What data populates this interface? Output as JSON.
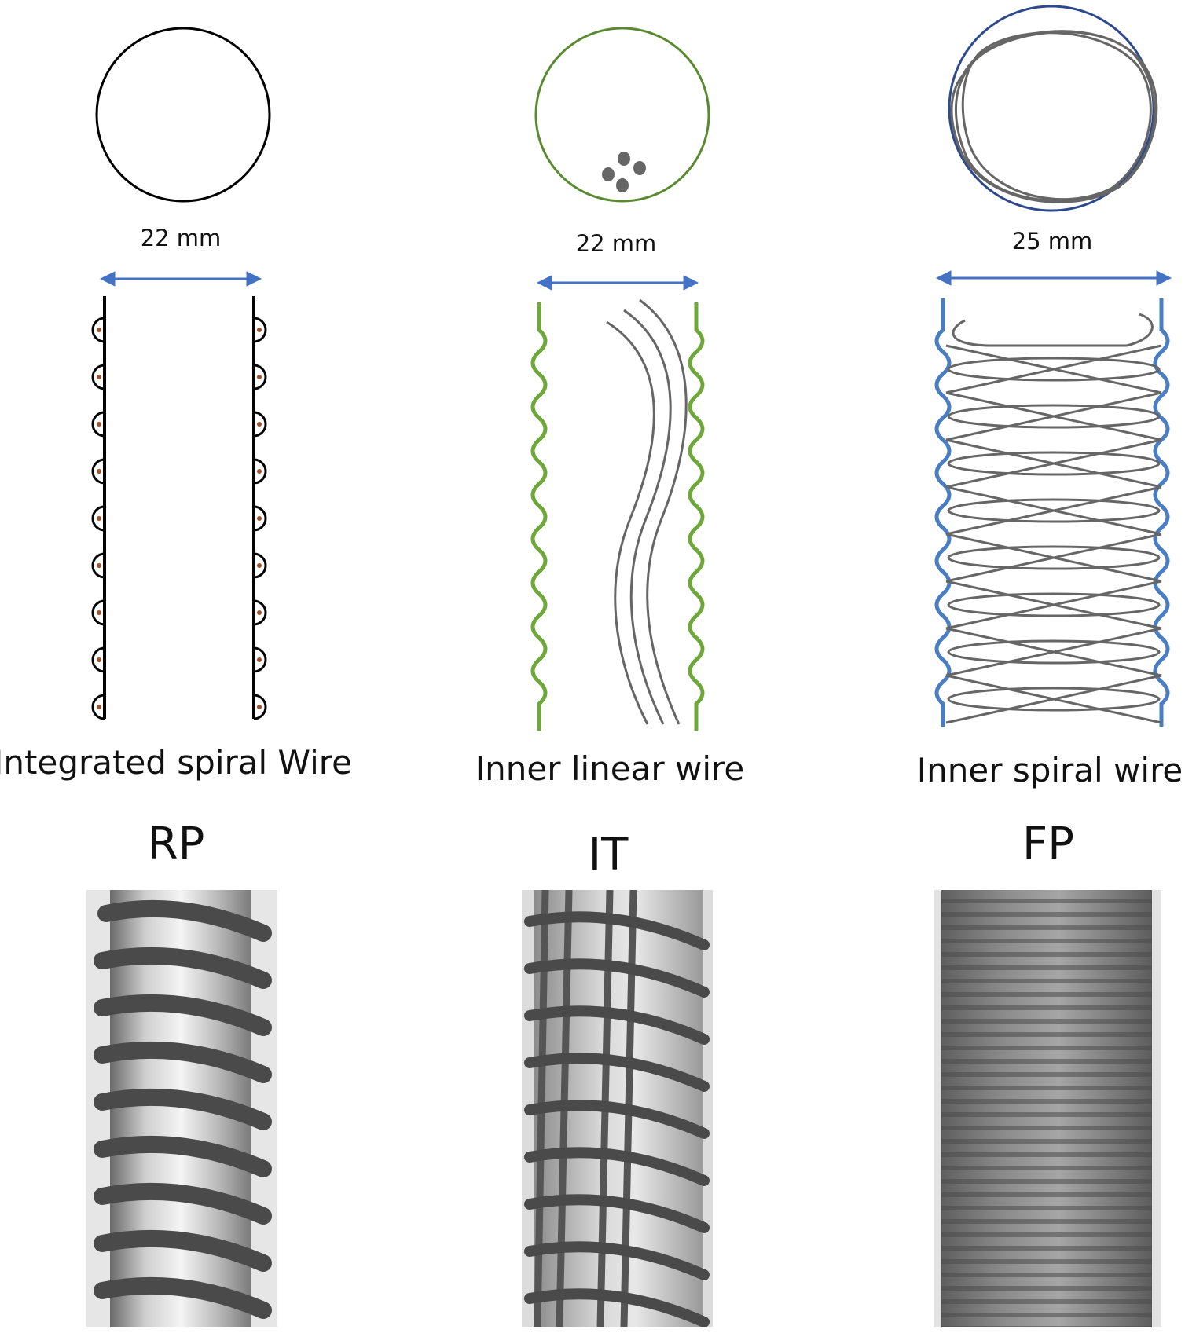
{
  "columns": [
    {
      "id": "rp",
      "diameter": "22 mm",
      "wire_type": "Integrated spiral Wire",
      "code": "RP",
      "circle_color": "#000000",
      "wall_color": "#000000",
      "wire_dot_color": "#a0522d",
      "arrow_color": "#4472c4"
    },
    {
      "id": "it",
      "diameter": "22 mm",
      "wire_type": "Inner linear wire",
      "code": "IT",
      "circle_color": "#5a8a2f",
      "wall_color": "#6fa83a",
      "inner_wire_color": "#666666",
      "arrow_color": "#4472c4"
    },
    {
      "id": "fp",
      "diameter": "25 mm",
      "wire_type": "Inner spiral wire",
      "code": "FP",
      "circle_color": "#2e4a8c",
      "wall_color": "#4a7ec2",
      "inner_wire_color": "#666666",
      "arrow_color": "#4472c4"
    }
  ]
}
